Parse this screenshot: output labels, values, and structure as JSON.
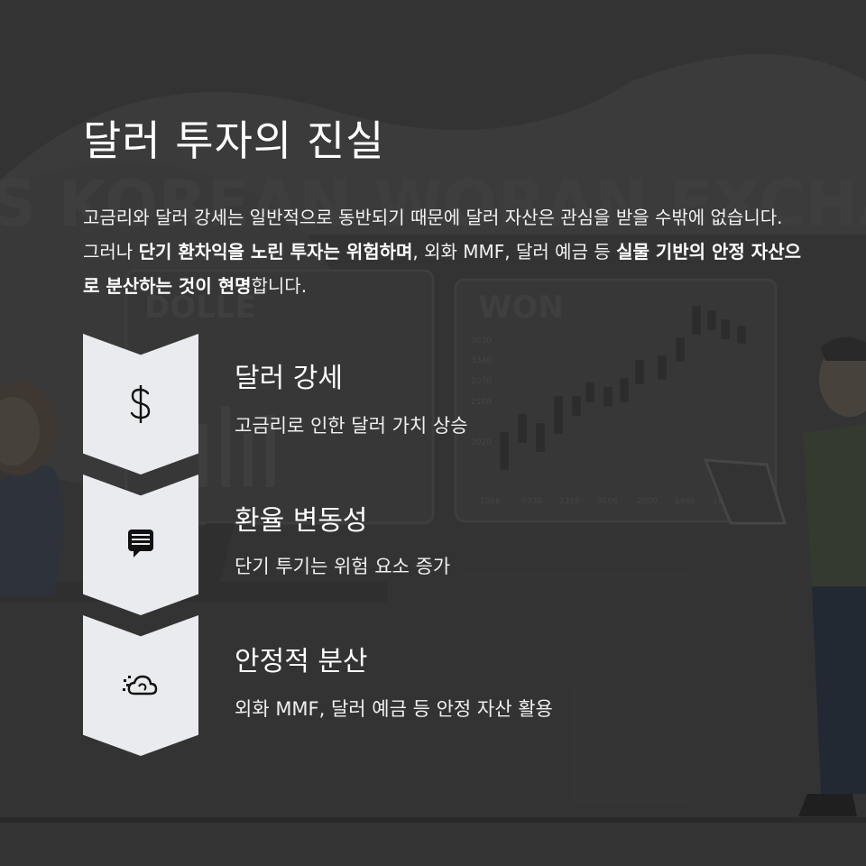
{
  "header": {
    "title": "달러 투자의 진실"
  },
  "intro": {
    "p1": "고금리와 달러 강세는 일반적으로 동반되기 때문에 달러 자산은 관심을 받을 수밖에 없습니다. 그러나 ",
    "b1": "단기 환차익을 노린 투자는 위험하며",
    "p2": ", 외화 MMF, 달러 예금 등 ",
    "b2": "실물 기반의 안정 자산으로 분산하는 것이 현명",
    "p3": "합니다."
  },
  "steps": [
    {
      "title": "달러 강세",
      "desc": "고금리로 인한 달러 가치 상승",
      "icon": "dollar-icon"
    },
    {
      "title": "환율 변동성",
      "desc": "단기 투기는 위험 요소 증가",
      "icon": "message-icon"
    },
    {
      "title": "안정적 분산",
      "desc": "외화 MMF, 달러 예금 등 안정 자산 활용",
      "icon": "cloud-icon"
    }
  ],
  "background": {
    "banner": "S KOREAN WORAN EXCHANGE",
    "left_board": "DOLLE",
    "right_board": "WON",
    "y_ticks": [
      "3030",
      "3340",
      "2070",
      "2100",
      "2020"
    ],
    "x_ticks": [
      "1066",
      "0330",
      "2210",
      "0106",
      "2000",
      "1966",
      "100"
    ]
  },
  "colors": {
    "background": "#3a3a3a",
    "chevron": "#e9ebee",
    "text": "#ffffff"
  }
}
